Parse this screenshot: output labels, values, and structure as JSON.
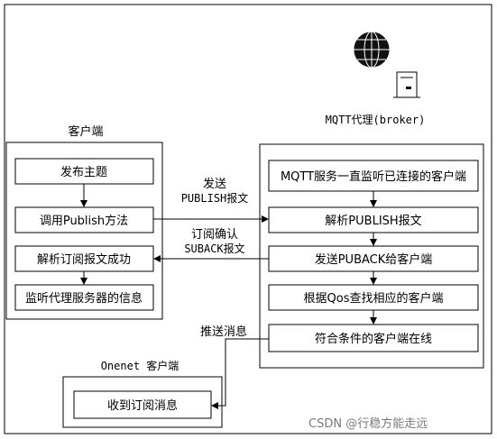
{
  "broker": {
    "title": "MQTT代理(broker)",
    "steps": [
      "MQTT服务一直监听已连接的客户端",
      "解析PUBLISH报文",
      "发送PUBACK给客户端",
      "根据Qos查找相应的客户端",
      "符合条件的客户端在线"
    ]
  },
  "client": {
    "title": "客户端",
    "steps": [
      "发布主题",
      "调用Publish方法",
      "解析订阅报文成功",
      "监听代理服务器的信息"
    ]
  },
  "onenet": {
    "title": "Onenet 客户端",
    "step": "收到订阅消息"
  },
  "messages": {
    "publish_line1": "发送",
    "publish_line2": "PUBLISH报文",
    "suback_line1": "订阅确认",
    "suback_line2": "SUBACK报文",
    "push": "推送消息"
  },
  "icons": [
    "globe-icon",
    "server-icon"
  ],
  "watermark": "CSDN @行稳方能走远"
}
